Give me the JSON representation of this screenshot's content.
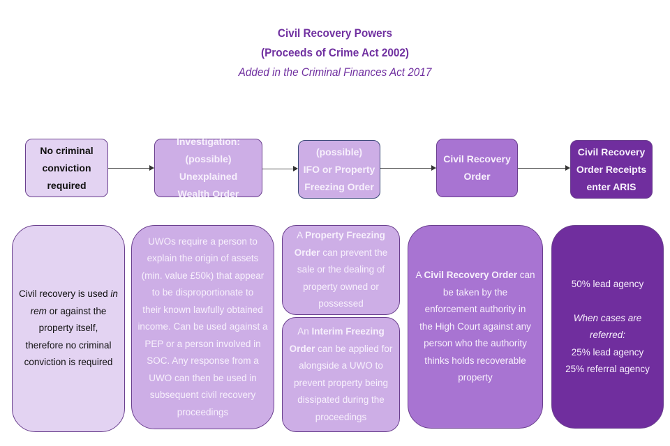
{
  "title": {
    "main": "Civil Recovery Powers",
    "sub": "(Proceeds of Crime Act 2002)",
    "note": "Added in the Criminal Finances Act 2017"
  },
  "colors": {
    "title": "#7030a0",
    "stage1_fill": "#e3d3f2",
    "stage2_fill": "#cdaee6",
    "stage3_fill": "#cdaee6",
    "stage4_fill": "#a874d2",
    "stage5_fill": "#702e9e",
    "border": "#6a3f8e",
    "arrow": "#555555"
  },
  "flow": {
    "stages": [
      {
        "lines": [
          "No criminal",
          "conviction",
          "required"
        ]
      },
      {
        "lines": [
          "Investigation:",
          "(possible) Unexplained",
          "Wealth Order"
        ]
      },
      {
        "lines": [
          "(possible)",
          "IFO or Property",
          "Freezing Order"
        ]
      },
      {
        "lines": [
          "Civil Recovery",
          "Order"
        ]
      },
      {
        "lines": [
          "Civil Recovery",
          "Order Receipts",
          "enter ARIS"
        ]
      }
    ],
    "connections": [
      {
        "from": 0,
        "to": 1
      },
      {
        "from": 1,
        "to": 2
      },
      {
        "from": 2,
        "to": 3
      },
      {
        "from": 3,
        "to": 4
      }
    ]
  },
  "descriptions": {
    "no_conviction": {
      "l1_pre": "Civil recovery is used ",
      "l1_italic": "in",
      "l2_italic": "rem",
      "l2_post": " or against the",
      "l3": "property itself,",
      "l4": "therefore no criminal",
      "l5": "conviction is required"
    },
    "uwo": {
      "lines": [
        "UWOs require a person to",
        "explain the origin of assets",
        "(min. value £50k) that appear",
        "to be disproportionate to",
        "their known lawfully obtained",
        "income. Can be used against a",
        "PEP or a person involved in",
        "SOC. Any response from a",
        "UWO can then be used in",
        "subsequent  civil recovery",
        "proceedings"
      ]
    },
    "pfo": {
      "l1_pre": "A ",
      "l1_bold": "Property Freezing",
      "l2_bold": "Order",
      "l2_post": " can prevent the",
      "l3": "sale or the dealing of",
      "l4": "property owned or",
      "l5": "possessed"
    },
    "ifo": {
      "l1_pre": "An ",
      "l1_bold": "Interim Freezing",
      "l2_bold": "Order",
      "l2_post": " can be applied for",
      "l3": "alongside a UWO to",
      "l4": "prevent property being",
      "l5": "dissipated during the",
      "l6": "proceedings"
    },
    "cro": {
      "l1_pre": "A ",
      "l1_bold": "Civil Recovery Order",
      "l1_post": " can",
      "l2": "be taken by the",
      "l3": "enforcement authority in",
      "l4": "the High Court against any",
      "l5": "person who the authority",
      "l6": "thinks holds recoverable",
      "l7": "property"
    },
    "aris": {
      "l1": "50% lead agency",
      "l2_italic": "When cases are",
      "l3_italic": "referred:",
      "l4": "25% lead agency",
      "l5": "25% referral agency"
    }
  }
}
